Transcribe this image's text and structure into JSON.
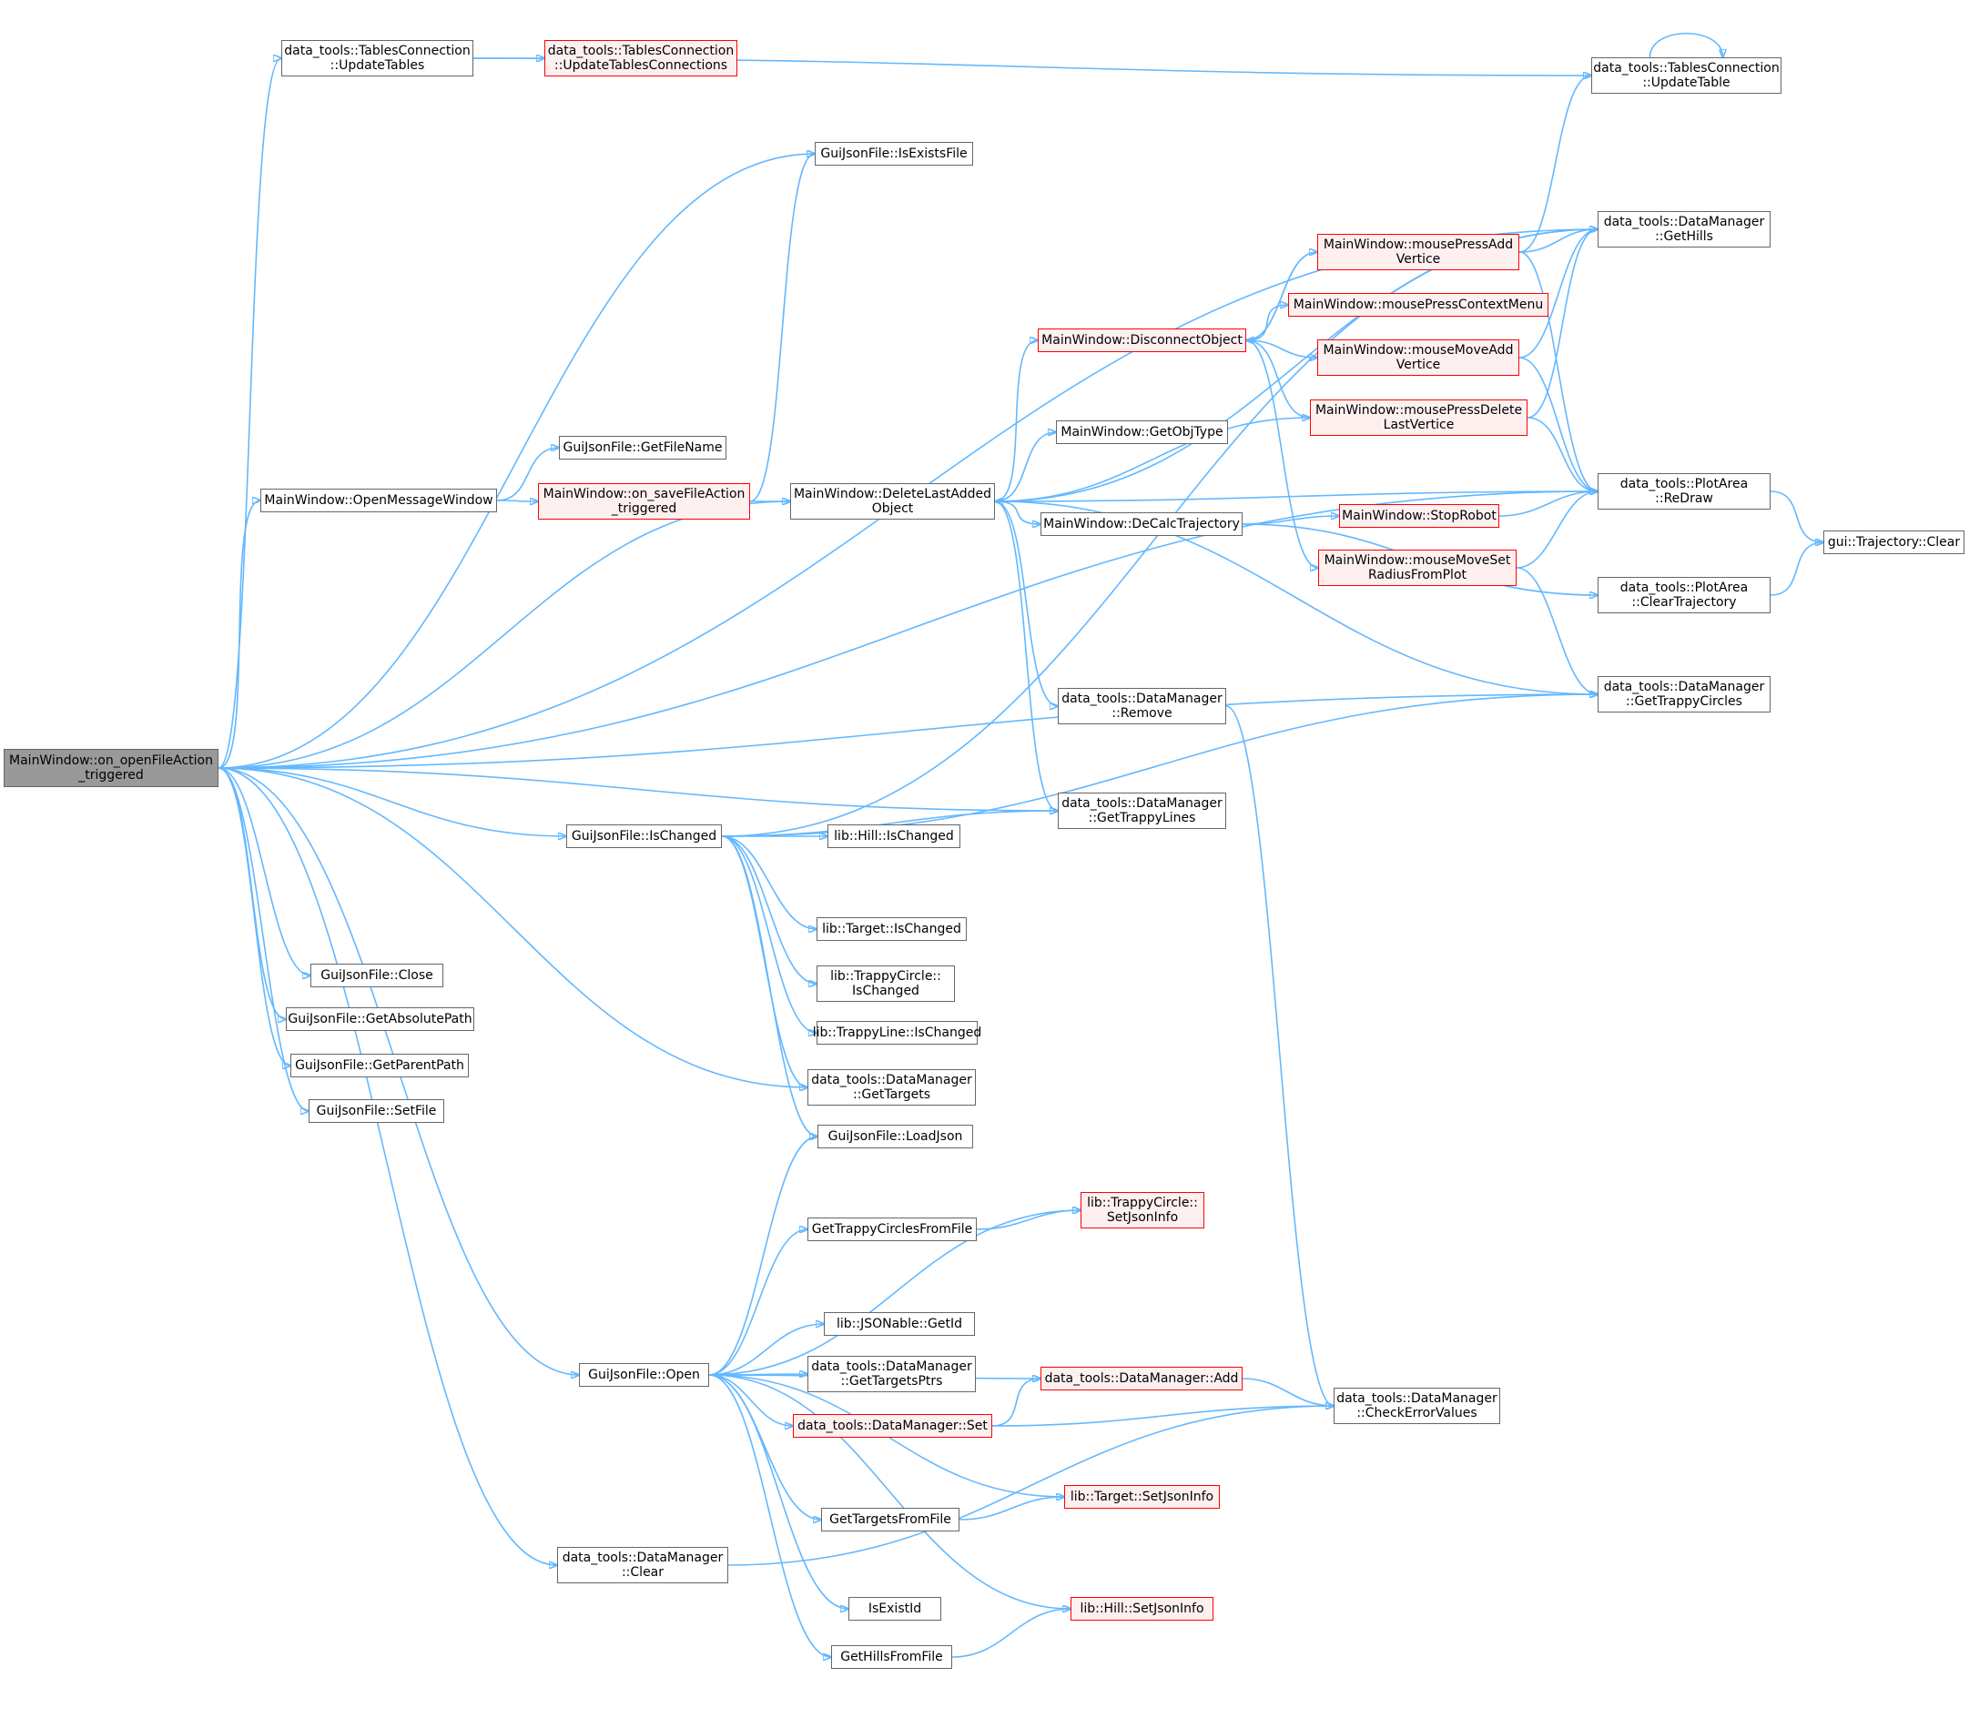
{
  "colors": {
    "edge": "#63b8ff",
    "node_border": "#666666",
    "root_fill": "#999999",
    "highlight_border": "#ff0000",
    "highlight_fill": "#fff0f0"
  },
  "nodes": {
    "root": {
      "lines": [
        "MainWindow::on_openFileAction",
        "_triggered"
      ],
      "style": "root"
    },
    "updateTables": {
      "lines": [
        "data_tools::TablesConnection",
        "::UpdateTables"
      ],
      "style": "normal"
    },
    "updateTablesConnections": {
      "lines": [
        "data_tools::TablesConnection",
        "::UpdateTablesConnections"
      ],
      "style": "red"
    },
    "updateTable": {
      "lines": [
        "data_tools::TablesConnection",
        "::UpdateTable"
      ],
      "style": "normal"
    },
    "isExistsFile": {
      "lines": [
        "GuiJsonFile::IsExistsFile"
      ],
      "style": "normal"
    },
    "getHills": {
      "lines": [
        "data_tools::DataManager",
        "::GetHills"
      ],
      "style": "normal"
    },
    "mousePressAddVertice": {
      "lines": [
        "MainWindow::mousePressAdd",
        "Vertice"
      ],
      "style": "red"
    },
    "mousePressContextMenu": {
      "lines": [
        "MainWindow::mousePressContextMenu"
      ],
      "style": "red"
    },
    "disconnectObject": {
      "lines": [
        "MainWindow::DisconnectObject"
      ],
      "style": "red"
    },
    "mouseMoveAddVertice": {
      "lines": [
        "MainWindow::mouseMoveAdd",
        "Vertice"
      ],
      "style": "red"
    },
    "mousePressDeleteLastVertice": {
      "lines": [
        "MainWindow::mousePressDelete",
        "LastVertice"
      ],
      "style": "red"
    },
    "getObjType": {
      "lines": [
        "MainWindow::GetObjType"
      ],
      "style": "normal"
    },
    "getFileName": {
      "lines": [
        "GuiJsonFile::GetFileName"
      ],
      "style": "normal"
    },
    "openMessageWindow": {
      "lines": [
        "MainWindow::OpenMessageWindow"
      ],
      "style": "normal"
    },
    "onSaveFileAction": {
      "lines": [
        "MainWindow::on_saveFileAction",
        "_triggered"
      ],
      "style": "red"
    },
    "deleteLastAddedObject": {
      "lines": [
        "MainWindow::DeleteLastAdded",
        "Object"
      ],
      "style": "normal"
    },
    "reDraw": {
      "lines": [
        "data_tools::PlotArea",
        "::ReDraw"
      ],
      "style": "normal"
    },
    "deCalcTrajectory": {
      "lines": [
        "MainWindow::DeCalcTrajectory"
      ],
      "style": "normal"
    },
    "stopRobot": {
      "lines": [
        "MainWindow::StopRobot"
      ],
      "style": "red"
    },
    "trajectoryClear": {
      "lines": [
        "gui::Trajectory::Clear"
      ],
      "style": "normal"
    },
    "mouseMoveSetRadiusFromPlot": {
      "lines": [
        "MainWindow::mouseMoveSet",
        "RadiusFromPlot"
      ],
      "style": "red"
    },
    "clearTrajectory": {
      "lines": [
        "data_tools::PlotArea",
        "::ClearTrajectory"
      ],
      "style": "normal"
    },
    "remove": {
      "lines": [
        "data_tools::DataManager",
        "::Remove"
      ],
      "style": "normal"
    },
    "getTrappyCircles": {
      "lines": [
        "data_tools::DataManager",
        "::GetTrappyCircles"
      ],
      "style": "normal"
    },
    "getTrappyLines": {
      "lines": [
        "data_tools::DataManager",
        "::GetTrappyLines"
      ],
      "style": "normal"
    },
    "isChanged": {
      "lines": [
        "GuiJsonFile::IsChanged"
      ],
      "style": "normal"
    },
    "hillIsChanged": {
      "lines": [
        "lib::Hill::IsChanged"
      ],
      "style": "normal"
    },
    "targetIsChanged": {
      "lines": [
        "lib::Target::IsChanged"
      ],
      "style": "normal"
    },
    "trappyCircleIsChanged": {
      "lines": [
        "lib::TrappyCircle::",
        "IsChanged"
      ],
      "style": "normal"
    },
    "trappyLineIsChanged": {
      "lines": [
        "lib::TrappyLine::IsChanged"
      ],
      "style": "normal"
    },
    "close": {
      "lines": [
        "GuiJsonFile::Close"
      ],
      "style": "normal"
    },
    "getAbsolutePath": {
      "lines": [
        "GuiJsonFile::GetAbsolutePath"
      ],
      "style": "normal"
    },
    "getParentPath": {
      "lines": [
        "GuiJsonFile::GetParentPath"
      ],
      "style": "normal"
    },
    "setFile": {
      "lines": [
        "GuiJsonFile::SetFile"
      ],
      "style": "normal"
    },
    "getTargets": {
      "lines": [
        "data_tools::DataManager",
        "::GetTargets"
      ],
      "style": "normal"
    },
    "loadJson": {
      "lines": [
        "GuiJsonFile::LoadJson"
      ],
      "style": "normal"
    },
    "getTrappyCirclesFromFile": {
      "lines": [
        "GetTrappyCirclesFromFile"
      ],
      "style": "normal"
    },
    "trappyCircleSetJsonInfo": {
      "lines": [
        "lib::TrappyCircle::",
        "SetJsonInfo"
      ],
      "style": "red"
    },
    "jsonableGetId": {
      "lines": [
        "lib::JSONable::GetId"
      ],
      "style": "normal"
    },
    "open": {
      "lines": [
        "GuiJsonFile::Open"
      ],
      "style": "normal"
    },
    "getTargetsPtrs": {
      "lines": [
        "data_tools::DataManager",
        "::GetTargetsPtrs"
      ],
      "style": "normal"
    },
    "add": {
      "lines": [
        "data_tools::DataManager::Add"
      ],
      "style": "red"
    },
    "set": {
      "lines": [
        "data_tools::DataManager::Set"
      ],
      "style": "red"
    },
    "checkErrorValues": {
      "lines": [
        "data_tools::DataManager",
        "::CheckErrorValues"
      ],
      "style": "normal"
    },
    "targetSetJsonInfo": {
      "lines": [
        "lib::Target::SetJsonInfo"
      ],
      "style": "red"
    },
    "getTargetsFromFile": {
      "lines": [
        "GetTargetsFromFile"
      ],
      "style": "normal"
    },
    "dataManagerClear": {
      "lines": [
        "data_tools::DataManager",
        "::Clear"
      ],
      "style": "normal"
    },
    "isExistId": {
      "lines": [
        "IsExistId"
      ],
      "style": "normal"
    },
    "hillSetJsonInfo": {
      "lines": [
        "lib::Hill::SetJsonInfo"
      ],
      "style": "red"
    },
    "getHillsFromFile": {
      "lines": [
        "GetHillsFromFile"
      ],
      "style": "normal"
    }
  },
  "edges": [
    [
      "root",
      "updateTables"
    ],
    [
      "root",
      "getHills"
    ],
    [
      "root",
      "isExistsFile"
    ],
    [
      "root",
      "openMessageWindow"
    ],
    [
      "root",
      "deleteLastAddedObject"
    ],
    [
      "root",
      "reDraw"
    ],
    [
      "root",
      "getTrappyCircles"
    ],
    [
      "root",
      "getTrappyLines"
    ],
    [
      "root",
      "isChanged"
    ],
    [
      "root",
      "getTargets"
    ],
    [
      "root",
      "open"
    ],
    [
      "root",
      "dataManagerClear"
    ],
    [
      "root",
      "close"
    ],
    [
      "root",
      "getAbsolutePath"
    ],
    [
      "root",
      "getParentPath"
    ],
    [
      "root",
      "setFile"
    ],
    [
      "updateTables",
      "updateTablesConnections"
    ],
    [
      "updateTables",
      "updateTable"
    ],
    [
      "updateTable",
      "updateTable"
    ],
    [
      "openMessageWindow",
      "getFileName"
    ],
    [
      "openMessageWindow",
      "onSaveFileAction"
    ],
    [
      "onSaveFileAction",
      "isExistsFile"
    ],
    [
      "onSaveFileAction",
      "deleteLastAddedObject"
    ],
    [
      "deleteLastAddedObject",
      "getHills"
    ],
    [
      "deleteLastAddedObject",
      "disconnectObject"
    ],
    [
      "deleteLastAddedObject",
      "getObjType"
    ],
    [
      "deleteLastAddedObject",
      "reDraw"
    ],
    [
      "deleteLastAddedObject",
      "deCalcTrajectory"
    ],
    [
      "deleteLastAddedObject",
      "remove"
    ],
    [
      "deleteLastAddedObject",
      "getTrappyCircles"
    ],
    [
      "deleteLastAddedObject",
      "getTrappyLines"
    ],
    [
      "disconnectObject",
      "mousePressAddVertice"
    ],
    [
      "disconnectObject",
      "mousePressContextMenu"
    ],
    [
      "disconnectObject",
      "mouseMoveAddVertice"
    ],
    [
      "disconnectObject",
      "mousePressDeleteLastVertice"
    ],
    [
      "disconnectObject",
      "mouseMoveSetRadiusFromPlot"
    ],
    [
      "mousePressAddVertice",
      "updateTable"
    ],
    [
      "mousePressAddVertice",
      "getHills"
    ],
    [
      "mousePressAddVertice",
      "reDraw"
    ],
    [
      "mousePressAddVertice",
      "disconnectObject"
    ],
    [
      "mouseMoveAddVertice",
      "getHills"
    ],
    [
      "mouseMoveAddVertice",
      "reDraw"
    ],
    [
      "mousePressDeleteLastVertice",
      "getHills"
    ],
    [
      "mousePressDeleteLastVertice",
      "reDraw"
    ],
    [
      "mousePressDeleteLastVertice",
      "deleteLastAddedObject"
    ],
    [
      "deCalcTrajectory",
      "stopRobot"
    ],
    [
      "deCalcTrajectory",
      "clearTrajectory"
    ],
    [
      "stopRobot",
      "reDraw"
    ],
    [
      "mouseMoveSetRadiusFromPlot",
      "reDraw"
    ],
    [
      "mouseMoveSetRadiusFromPlot",
      "getTrappyCircles"
    ],
    [
      "reDraw",
      "trajectoryClear"
    ],
    [
      "clearTrajectory",
      "trajectoryClear"
    ],
    [
      "remove",
      "checkErrorValues"
    ],
    [
      "isChanged",
      "getHills"
    ],
    [
      "isChanged",
      "getTrappyLines"
    ],
    [
      "isChanged",
      "hillIsChanged"
    ],
    [
      "isChanged",
      "getTrappyCircles"
    ],
    [
      "isChanged",
      "targetIsChanged"
    ],
    [
      "isChanged",
      "trappyCircleIsChanged"
    ],
    [
      "isChanged",
      "trappyLineIsChanged"
    ],
    [
      "isChanged",
      "getTargets"
    ],
    [
      "isChanged",
      "loadJson"
    ],
    [
      "open",
      "loadJson"
    ],
    [
      "open",
      "trappyCircleSetJsonInfo"
    ],
    [
      "open",
      "getTrappyCirclesFromFile"
    ],
    [
      "open",
      "add"
    ],
    [
      "open",
      "jsonableGetId"
    ],
    [
      "open",
      "getTargetsPtrs"
    ],
    [
      "open",
      "set"
    ],
    [
      "open",
      "targetSetJsonInfo"
    ],
    [
      "open",
      "getTargetsFromFile"
    ],
    [
      "open",
      "hillSetJsonInfo"
    ],
    [
      "open",
      "isExistId"
    ],
    [
      "open",
      "getHillsFromFile"
    ],
    [
      "getTrappyCirclesFromFile",
      "trappyCircleSetJsonInfo"
    ],
    [
      "set",
      "add"
    ],
    [
      "set",
      "checkErrorValues"
    ],
    [
      "add",
      "checkErrorValues"
    ],
    [
      "getTargetsFromFile",
      "targetSetJsonInfo"
    ],
    [
      "getHillsFromFile",
      "hillSetJsonInfo"
    ],
    [
      "dataManagerClear",
      "checkErrorValues"
    ]
  ]
}
